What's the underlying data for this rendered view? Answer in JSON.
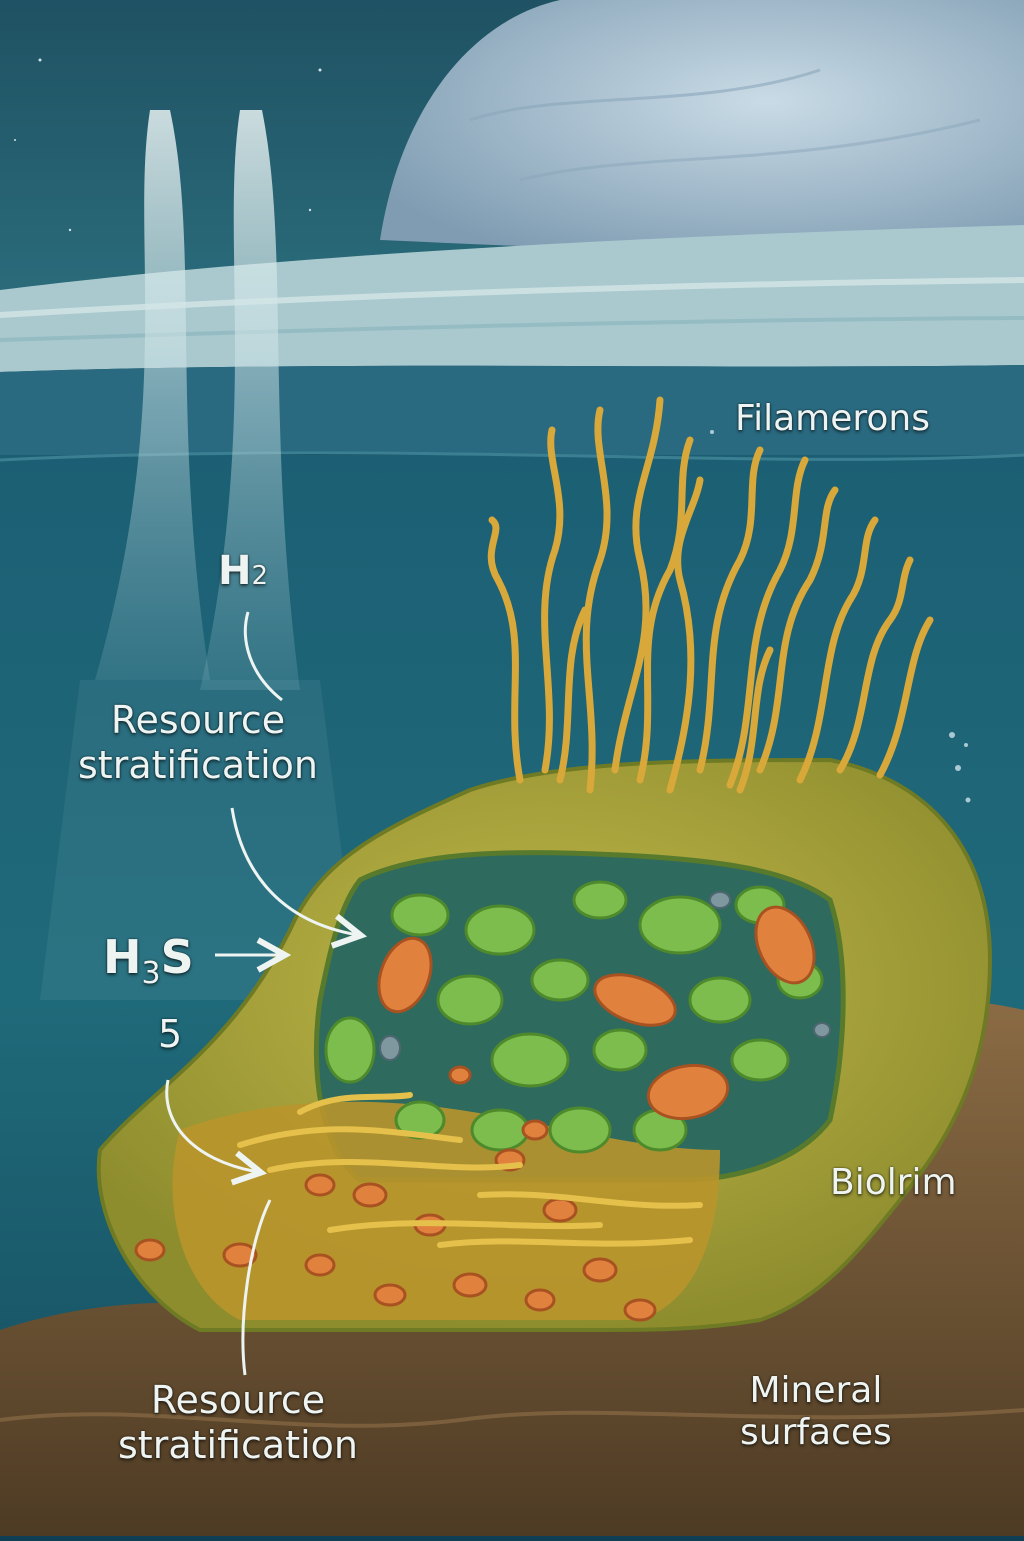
{
  "labels": {
    "filamerons": "Filamerons",
    "h2_base": "H",
    "h2_sub": "2",
    "resource_top": [
      "Resource",
      "stratification"
    ],
    "h3s_base": "H",
    "h3s_sub": "3",
    "h3s_tail": "S",
    "five": "5",
    "biolrim": "Biolrim",
    "resource_bottom": [
      "Resource",
      "stratification"
    ],
    "mineral": [
      "Mineral",
      "surfaces"
    ]
  },
  "colors": {
    "ocean": "#1a5d73",
    "ice_shelf": "#b7d2d6",
    "planet": "#9fb9cc",
    "mat_outer": "#a8a83a",
    "mat_inner": "#2f6a5e",
    "green_cell": "#7cbd4e",
    "orange_cell": "#e0823e",
    "filament": "#d8a83a",
    "mineral": "#6e5636"
  }
}
